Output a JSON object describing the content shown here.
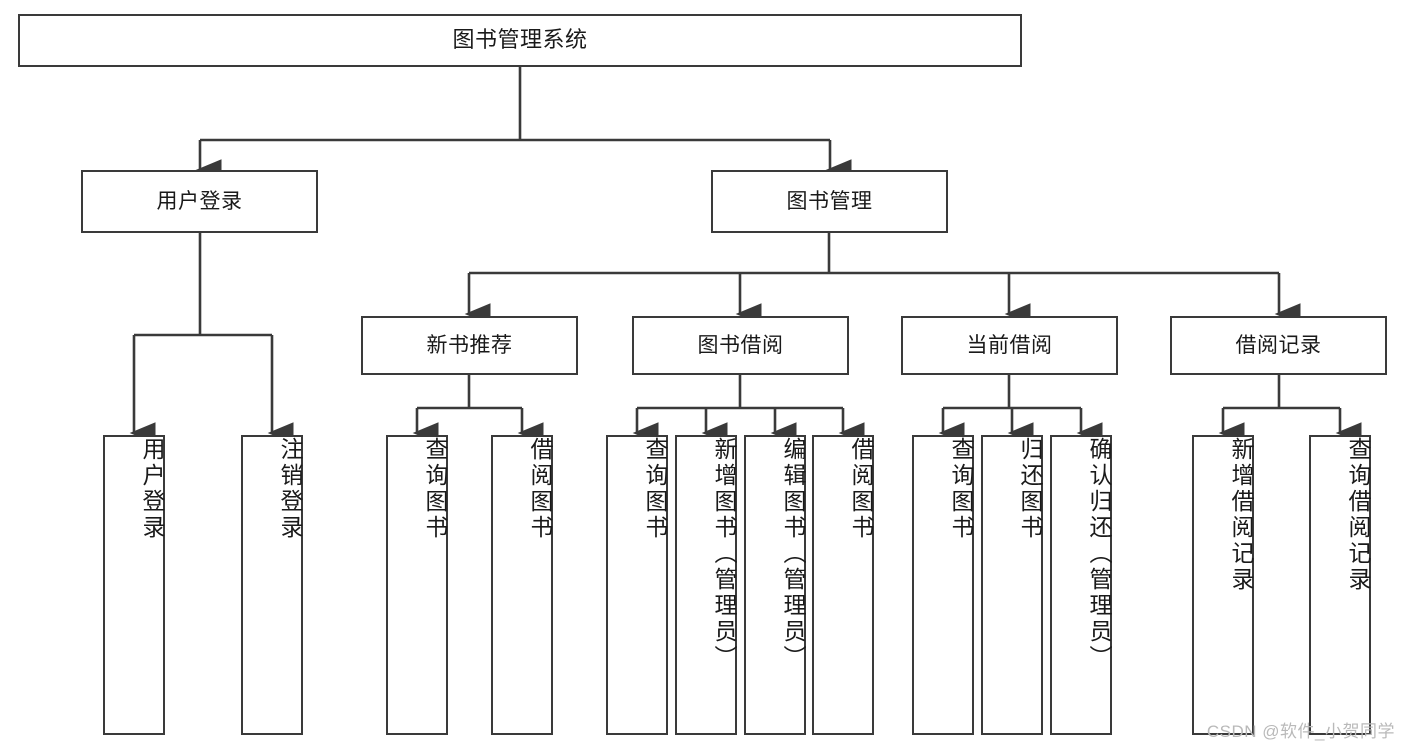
{
  "diagram": {
    "type": "tree-hierarchy-chart",
    "title": "图书管理系统",
    "stroke_color": "#3a3a3a",
    "text_color": "#1a1a1a",
    "background": "#ffffff",
    "nodes": {
      "root": {
        "label": "图书管理系统",
        "level": 1
      },
      "user_login": {
        "label": "用户登录",
        "level": 2
      },
      "book_manage": {
        "label": "图书管理",
        "level": 2
      },
      "new_book_rec": {
        "label": "新书推荐",
        "level": 3
      },
      "book_borrow": {
        "label": "图书借阅",
        "level": 3
      },
      "current_borrow": {
        "label": "当前借阅",
        "level": 3
      },
      "borrow_record": {
        "label": "借阅记录",
        "level": 3
      },
      "leaf_user_login": {
        "label": "用户登录",
        "level": 4
      },
      "leaf_logout": {
        "label": "注销登录",
        "level": 4
      },
      "leaf_query_book_a": {
        "label": "查询图书",
        "level": 4
      },
      "leaf_borrow_book_a": {
        "label": "借阅图书",
        "level": 4
      },
      "leaf_query_book_b": {
        "label": "查询图书",
        "level": 4
      },
      "leaf_add_book": {
        "label": "新增图书（管理员）",
        "level": 4
      },
      "leaf_edit_book": {
        "label": "编辑图书（管理员）",
        "level": 4
      },
      "leaf_borrow_book_b": {
        "label": "借阅图书",
        "level": 4
      },
      "leaf_query_book_c": {
        "label": "查询图书",
        "level": 4
      },
      "leaf_return_book": {
        "label": "归还图书",
        "level": 4
      },
      "leaf_confirm_return": {
        "label": "确认归还（管理员）",
        "level": 4
      },
      "leaf_add_record": {
        "label": "新增借阅记录",
        "level": 4
      },
      "leaf_query_record": {
        "label": "查询借阅记录",
        "level": 4
      }
    }
  },
  "watermark": {
    "text": "CSDN @软件_小贺同学"
  }
}
